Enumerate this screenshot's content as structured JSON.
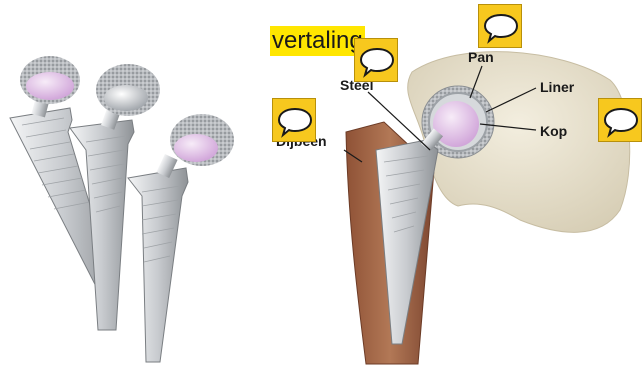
{
  "highlighted_word": "vertaling",
  "labels": {
    "steel": "Steel",
    "pan": "Pan",
    "liner": "Liner",
    "kop": "Kop",
    "dijbeen": "Dijbeen"
  },
  "colors": {
    "highlight": "#ffe600",
    "comment_badge": "#f7c81e",
    "liner_pink": "#e3c4ea",
    "bone": "#e9e2cf",
    "femur": "#a8684a",
    "metal": "#c9ccd0"
  },
  "comment_icons": [
    "comment-icon",
    "comment-icon",
    "comment-icon",
    "comment-icon"
  ]
}
